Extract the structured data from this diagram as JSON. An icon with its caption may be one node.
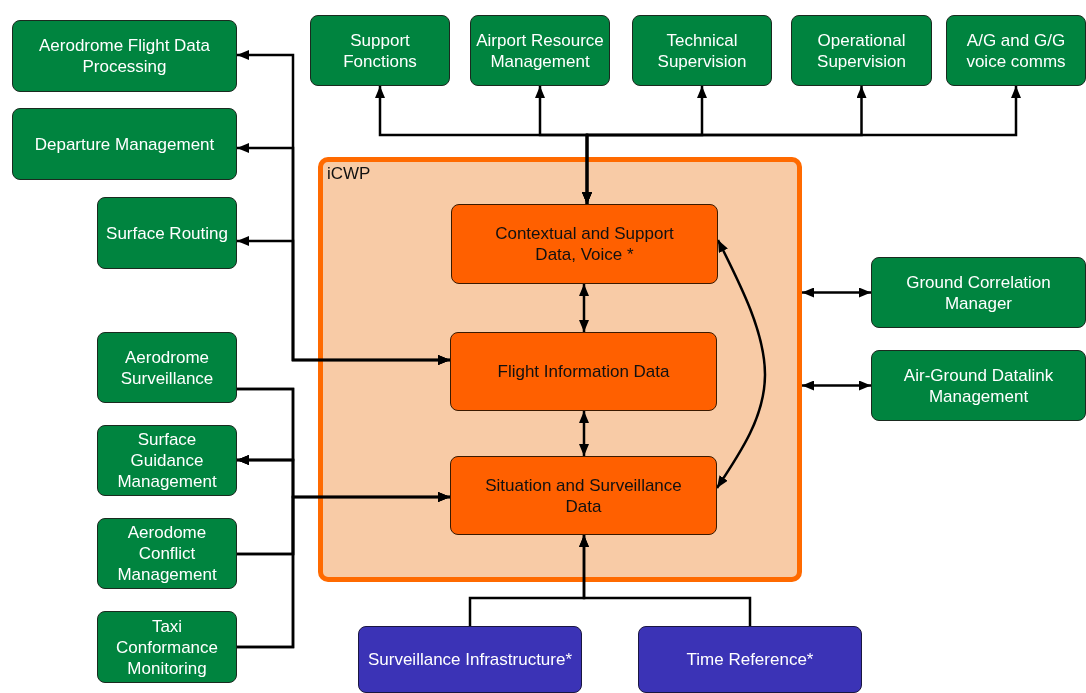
{
  "diagram": {
    "nodes": [
      {
        "text": [
          "Aerodrome Flight Data Processing"
        ]
      },
      {
        "text": [
          "Departure Management"
        ]
      },
      {
        "text": [
          "Surface Routing"
        ]
      },
      {
        "text": [
          "Support Fonctions"
        ]
      },
      {
        "text": [
          "Airport Resource Management"
        ]
      },
      {
        "text": [
          "Technical Supervision"
        ]
      },
      {
        "text": [
          "Operational Supervision"
        ]
      },
      {
        "text": [
          "A/G and G/G voice comms"
        ]
      },
      {
        "text": [
          "iCWP"
        ]
      },
      {
        "text": [
          "Contextual and Support Data, Voice *"
        ],
        "in": 8
      },
      {
        "text": [
          "Flight Information Data"
        ],
        "in": 8
      },
      {
        "text": [
          "Situation and Surveillance Data"
        ],
        "in": 8
      },
      {
        "text": [
          "Ground Correlation Manager"
        ]
      },
      {
        "text": [
          "Air-Ground Datalink Management"
        ]
      },
      {
        "text": [
          "Aerodrome Surveillance"
        ]
      },
      {
        "text": [
          "Surface Guidance Management"
        ]
      },
      {
        "text": [
          "Aerodome Conflict Management"
        ]
      },
      {
        "text": [
          "Taxi Conformance Monitoring"
        ]
      },
      {
        "text": [
          "Surveillance Infrastructure*"
        ]
      },
      {
        "text": [
          "Time Reference*"
        ]
      }
    ],
    "edges": [
      {
        "from": 9,
        "to": 3,
        "arrow": "both"
      },
      {
        "from": 9,
        "to": 4,
        "arrow": "both"
      },
      {
        "from": 9,
        "to": 5,
        "arrow": "both"
      },
      {
        "from": 9,
        "to": 6,
        "arrow": "both"
      },
      {
        "from": 9,
        "to": 7,
        "arrow": "both"
      },
      {
        "from": 10,
        "to": 0,
        "arrow": "both"
      },
      {
        "from": 10,
        "to": 1,
        "arrow": "both"
      },
      {
        "from": 10,
        "to": 2,
        "arrow": "both"
      },
      {
        "from": 14,
        "to": 15,
        "arrow": "to"
      },
      {
        "from": 14,
        "to": 11,
        "arrow": "to"
      },
      {
        "from": 16,
        "to": 15,
        "arrow": "to"
      },
      {
        "from": 16,
        "to": 11,
        "arrow": "to"
      },
      {
        "from": 17,
        "to": 15,
        "arrow": "to"
      },
      {
        "from": 17,
        "to": 11,
        "arrow": "to"
      },
      {
        "from": 9,
        "to": 10,
        "arrow": "both"
      },
      {
        "from": 10,
        "to": 11,
        "arrow": "both"
      },
      {
        "from": 9,
        "to": 11,
        "arrow": "both"
      },
      {
        "from": 8,
        "to": 12,
        "arrow": "both"
      },
      {
        "from": 8,
        "to": 13,
        "arrow": "both"
      },
      {
        "from": 18,
        "to": 11,
        "arrow": "to"
      },
      {
        "from": 19,
        "to": 11,
        "arrow": "to"
      }
    ]
  }
}
